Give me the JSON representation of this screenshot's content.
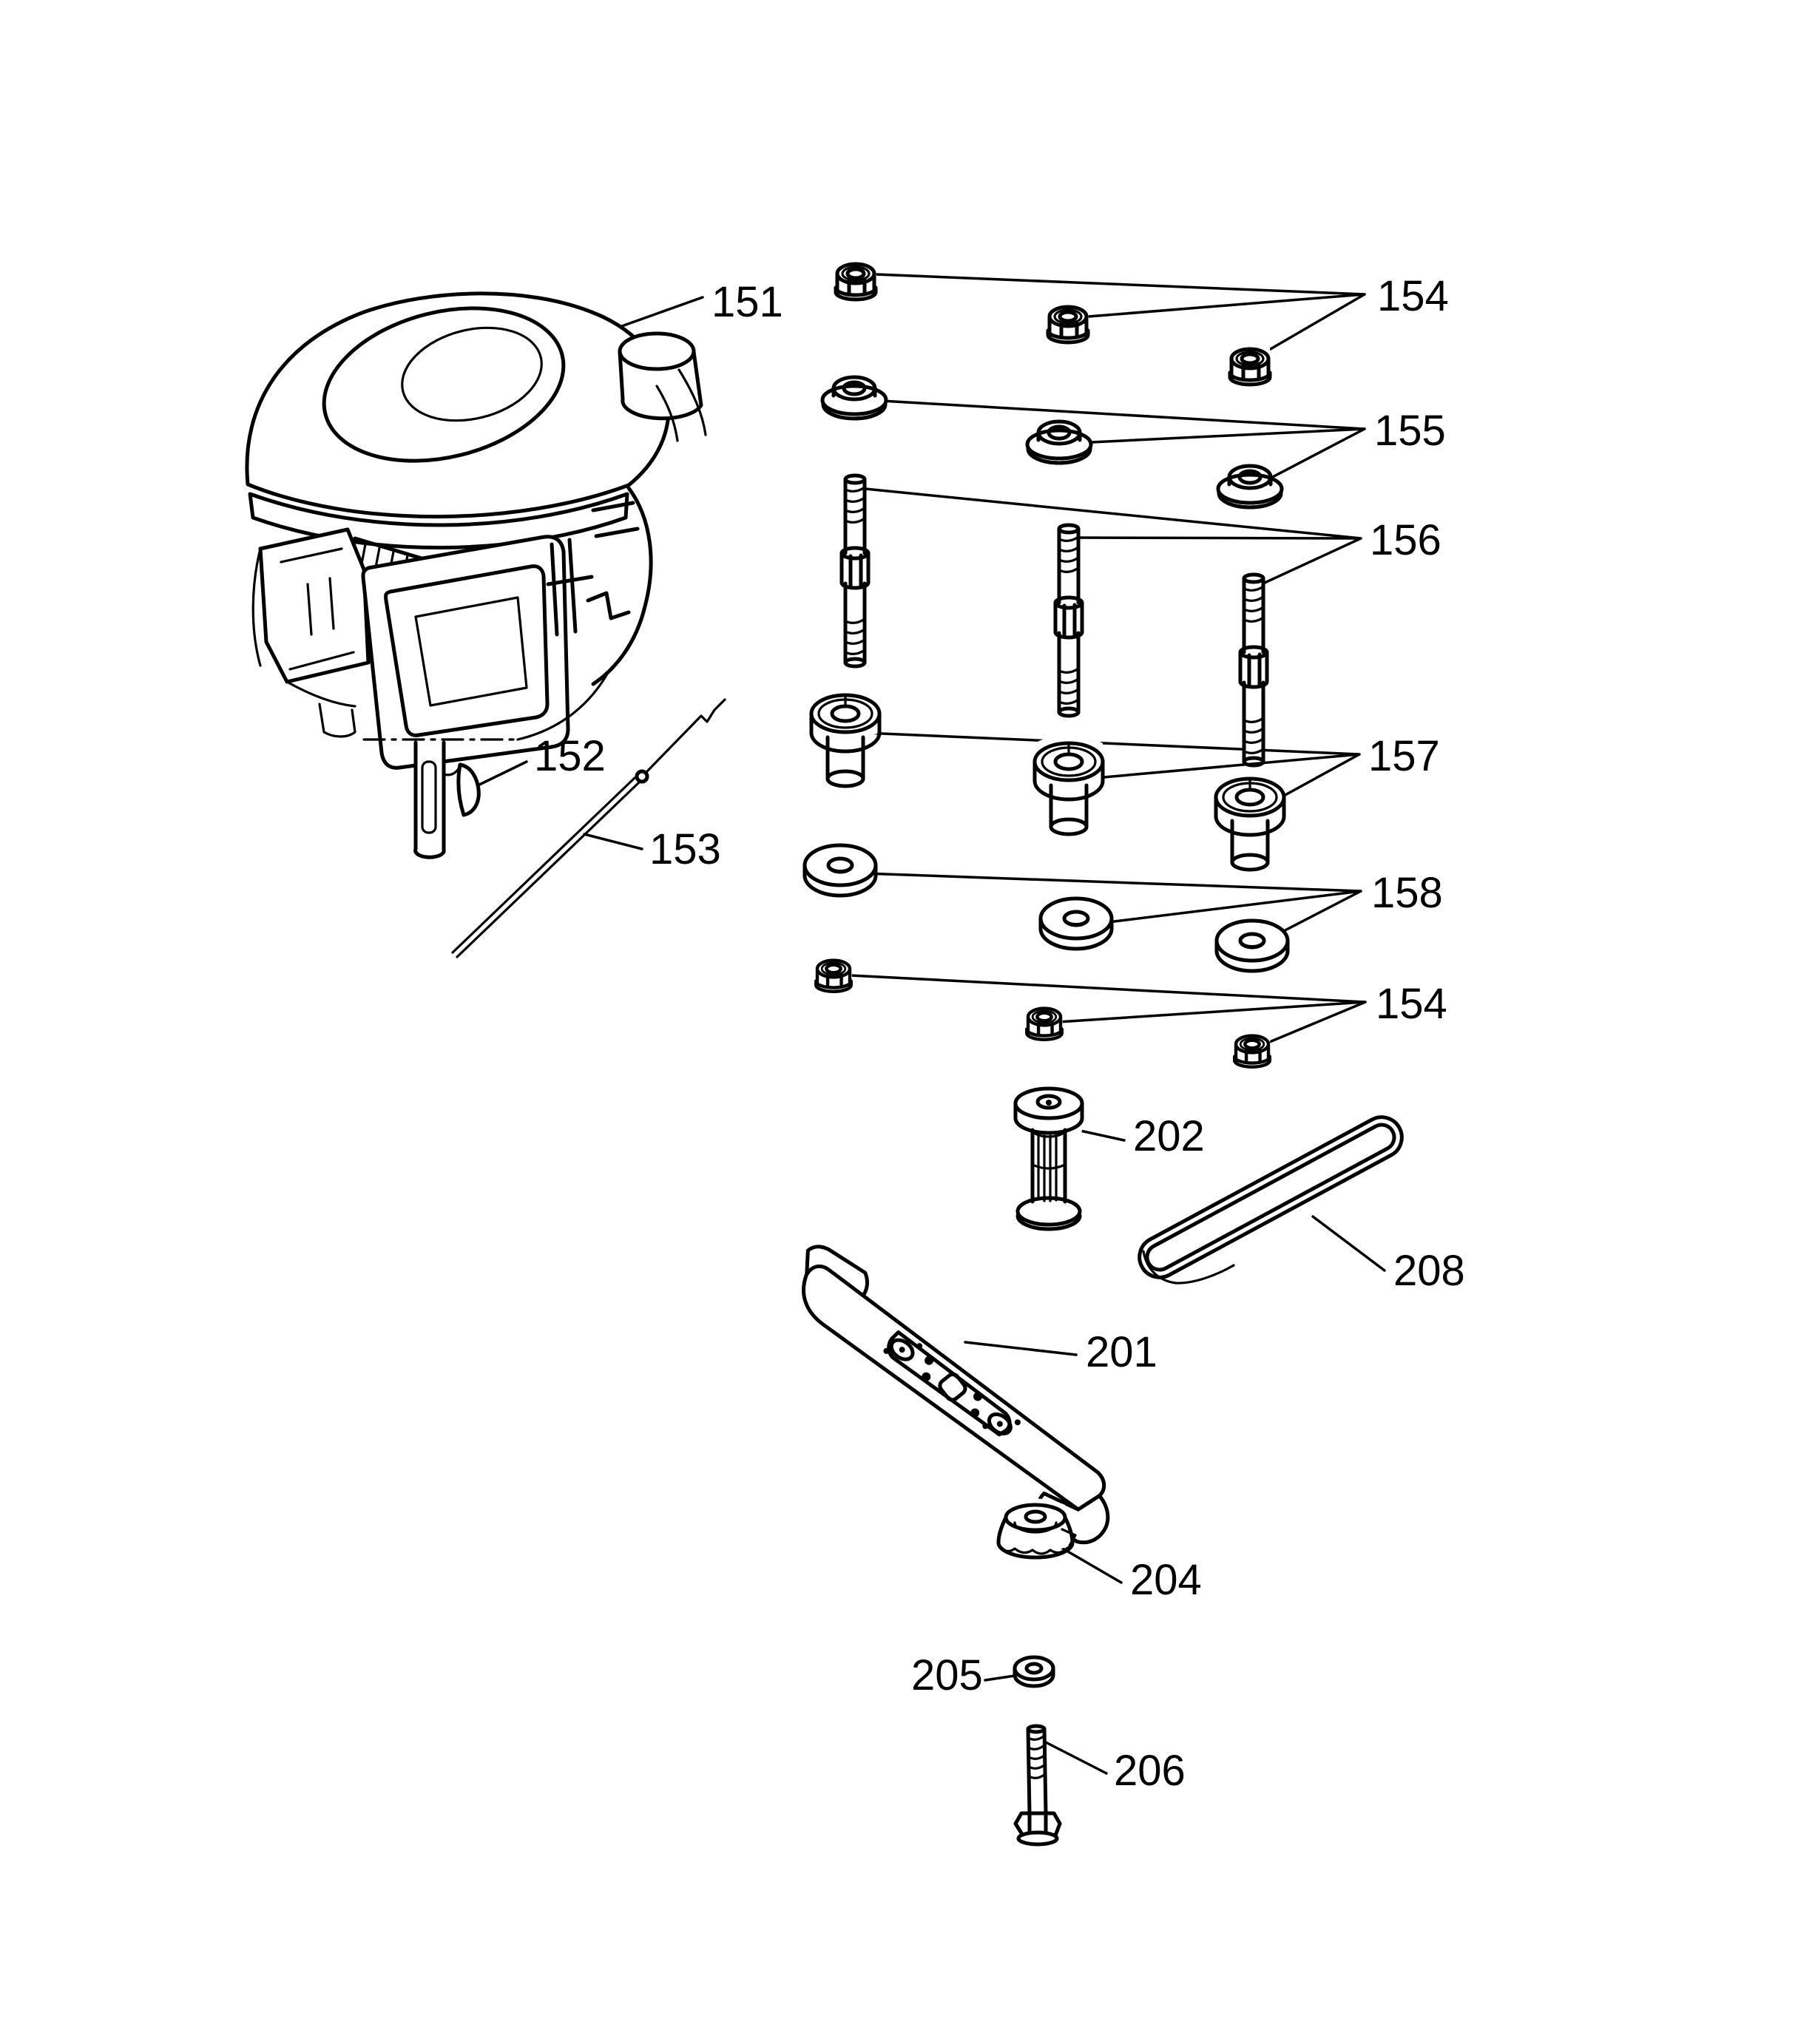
{
  "figure": {
    "kind": "exploded parts diagram",
    "background_color": "#ffffff",
    "line_color": "#000000"
  },
  "callouts": {
    "engine": {
      "text": "151"
    },
    "key": {
      "text": "152"
    },
    "rod": {
      "text": "153"
    },
    "nuts_top": {
      "text": "154"
    },
    "bushings": {
      "text": "155"
    },
    "studs": {
      "text": "156"
    },
    "spacers": {
      "text": "157"
    },
    "washers": {
      "text": "158"
    },
    "nuts_bottom": {
      "text": "154"
    },
    "blade": {
      "text": "201"
    },
    "adapter": {
      "text": "202"
    },
    "holder": {
      "text": "204"
    },
    "washer_small": {
      "text": "205"
    },
    "bolt": {
      "text": "206"
    },
    "belt": {
      "text": "208"
    }
  }
}
